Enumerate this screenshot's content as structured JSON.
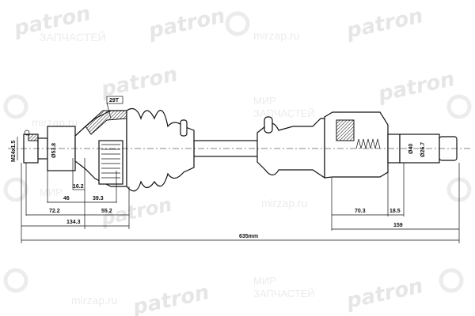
{
  "watermarks": {
    "brand": "patron",
    "site": "mirzap.ru",
    "text_line1": "МИР",
    "text_line2": "ЗАПЧАСТЕЙ",
    "color": "#e6e6e6"
  },
  "dimensions": {
    "teeth": "29T",
    "thread": "M24x1.5",
    "outer_diameter": "Ø53.8",
    "d16_2": "16.2",
    "d46": "46",
    "d39_3": "39.3",
    "d72_2": "72.2",
    "d55_2": "55.2",
    "d134_3": "134.3",
    "total_length": "635mm",
    "inner_diameter_1": "Ø40",
    "inner_diameter_2": "Ø26.7",
    "d70_3": "70.3",
    "d18_5": "18.5",
    "d159": "159"
  }
}
